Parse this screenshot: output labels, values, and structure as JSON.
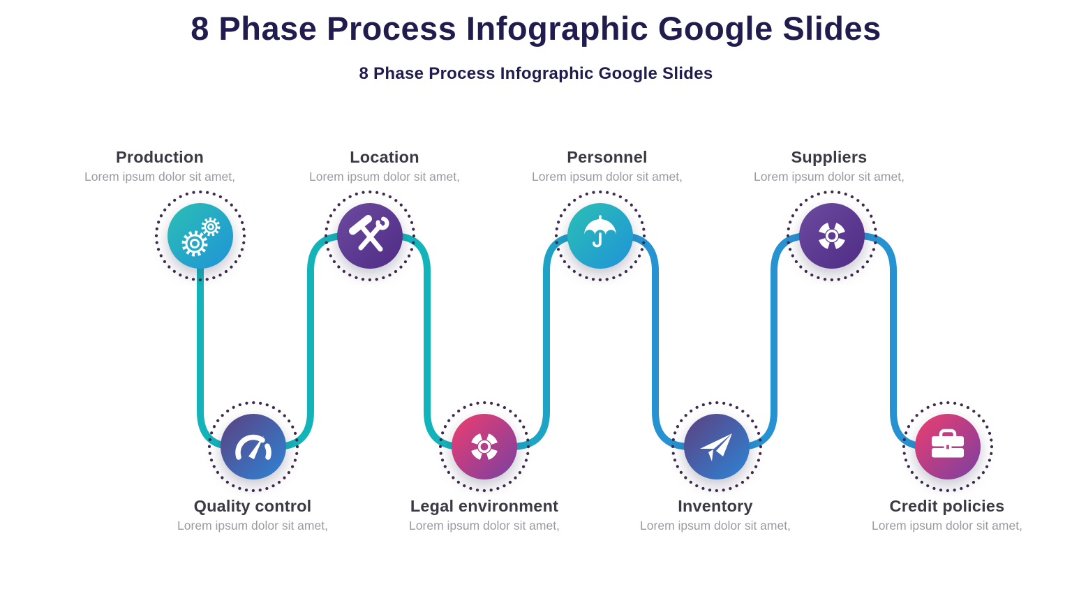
{
  "header": {
    "title": "8 Phase Process Infographic Google Slides",
    "subtitle": "8 Phase Process Infographic Google Slides"
  },
  "flow": {
    "line_color_start": "#13b3ba",
    "line_color_end": "#2792d2",
    "dot_ring_color": "#3f2b4d",
    "line_shape": "serpentine"
  },
  "text_colors": {
    "heading": "#201d4e",
    "node_title": "#3b3944",
    "node_desc": "#9b9aa2"
  },
  "nodes": [
    {
      "label": "Production",
      "desc": "Lorem ipsum dolor sit amet,",
      "icon": "gears-icon",
      "row": "top",
      "gradient": [
        "#2bbfb4",
        "#1f93d8"
      ]
    },
    {
      "label": "Location",
      "desc": "Lorem ipsum dolor sit amet,",
      "icon": "hammer-wrench-icon",
      "row": "top",
      "gradient": [
        "#6b4a9e",
        "#502c85"
      ]
    },
    {
      "label": "Personnel",
      "desc": "Lorem ipsum dolor sit amet,",
      "icon": "umbrella-icon",
      "row": "top",
      "gradient": [
        "#2bbfb4",
        "#1f93d8"
      ]
    },
    {
      "label": "Suppliers",
      "desc": "Lorem ipsum dolor sit amet,",
      "icon": "lifebuoy-icon",
      "row": "top",
      "gradient": [
        "#6b4a9e",
        "#502c85"
      ]
    },
    {
      "label": "Quality control",
      "desc": "Lorem ipsum dolor sit amet,",
      "icon": "speedometer-icon",
      "row": "bottom",
      "gradient": [
        "#5d4080",
        "#2d84d6"
      ]
    },
    {
      "label": "Legal environment",
      "desc": "Lorem ipsum dolor sit amet,",
      "icon": "lifebuoy-icon",
      "row": "bottom",
      "gradient": [
        "#ee3d6e",
        "#7940a2"
      ]
    },
    {
      "label": "Inventory",
      "desc": "Lorem ipsum dolor sit amet,",
      "icon": "paper-plane-icon",
      "row": "bottom",
      "gradient": [
        "#5d4080",
        "#2d84d6"
      ]
    },
    {
      "label": "Credit policies",
      "desc": "Lorem ipsum dolor sit amet,",
      "icon": "toolbox-icon",
      "row": "bottom",
      "gradient": [
        "#ee3d6e",
        "#7940a2"
      ]
    }
  ]
}
